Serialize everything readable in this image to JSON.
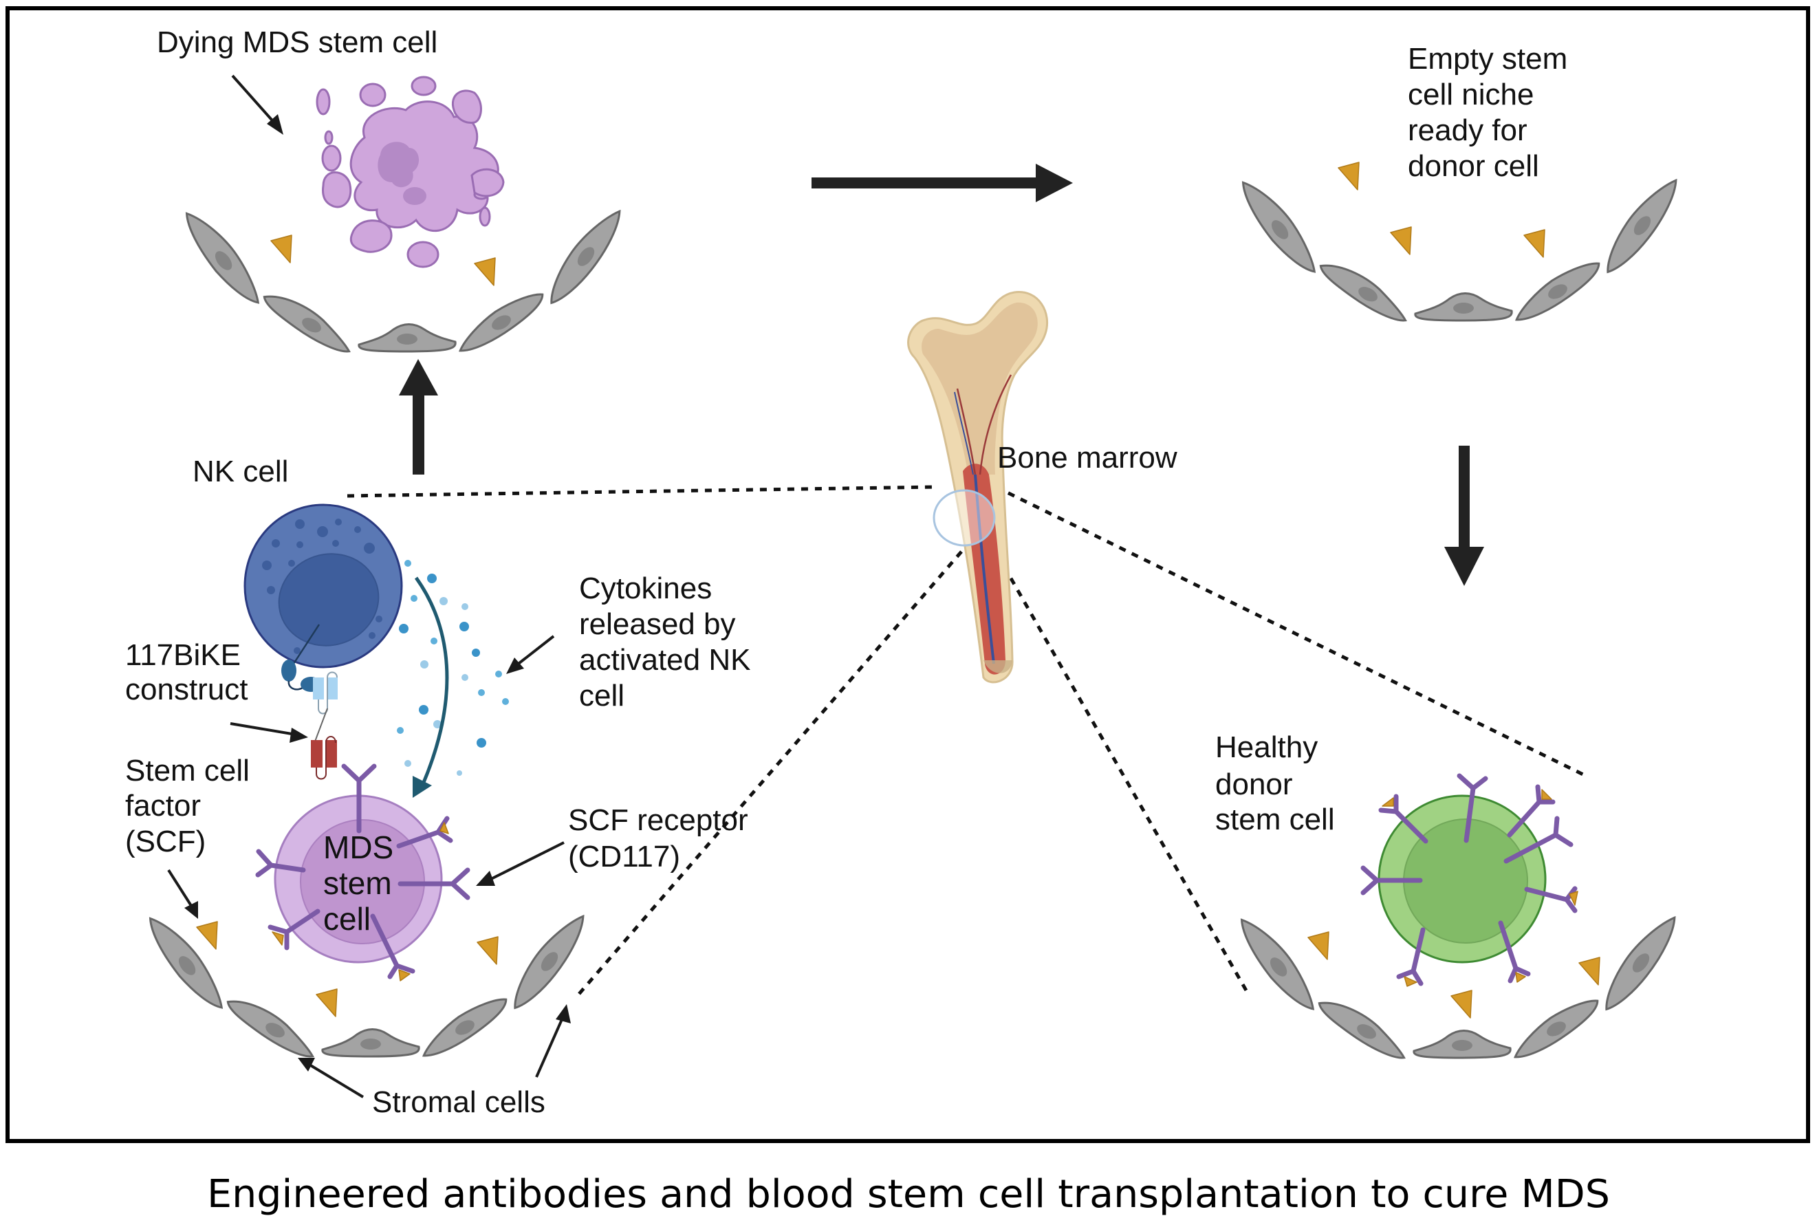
{
  "figure": {
    "caption": "Engineered antibodies and blood stem cell transplantation to cure MDS",
    "colors": {
      "frame": "#000000",
      "nk_cell": "#5a78b4",
      "nk_nucleus": "#3e5e9c",
      "mds_cell_outer": "#d5b6e4",
      "mds_cell_inner": "#bf95cf",
      "donor_cell_outer": "#a0d283",
      "donor_cell_inner": "#82bb67",
      "antibody": "#7b5aa6",
      "scf": "#d69a27",
      "stromal": "#a3a3a3",
      "cytokine": "#3a93c9",
      "bone": "#eed9b0",
      "marrow": "#c9574a"
    }
  },
  "labels": {
    "dying_cell": "Dying MDS stem cell",
    "empty_niche": [
      "Empty stem",
      "cell niche",
      "ready for",
      "donor cell"
    ],
    "nk_cell": "NK cell",
    "bike_construct": [
      "117BiKE",
      "construct"
    ],
    "cytokines": [
      "Cytokines",
      "released by",
      "activated NK",
      "cell"
    ],
    "scf": [
      "Stem cell",
      "factor",
      "(SCF)"
    ],
    "mds_cell": [
      "MDS",
      "stem",
      "cell"
    ],
    "scf_receptor": [
      "SCF receptor",
      "(CD117)"
    ],
    "stromal_cells": "Stromal cells",
    "bone_marrow": "Bone marrow",
    "healthy_donor": [
      "Healthy",
      "donor",
      "stem cell"
    ]
  },
  "flow": [
    {
      "from": "NK-mediated killing of MDS stem cell",
      "to": "Dying MDS stem cell",
      "direction": "up"
    },
    {
      "from": "Dying MDS stem cell",
      "to": "Empty stem cell niche",
      "direction": "right"
    },
    {
      "from": "Empty stem cell niche",
      "to": "Healthy donor stem cell",
      "direction": "down"
    }
  ]
}
